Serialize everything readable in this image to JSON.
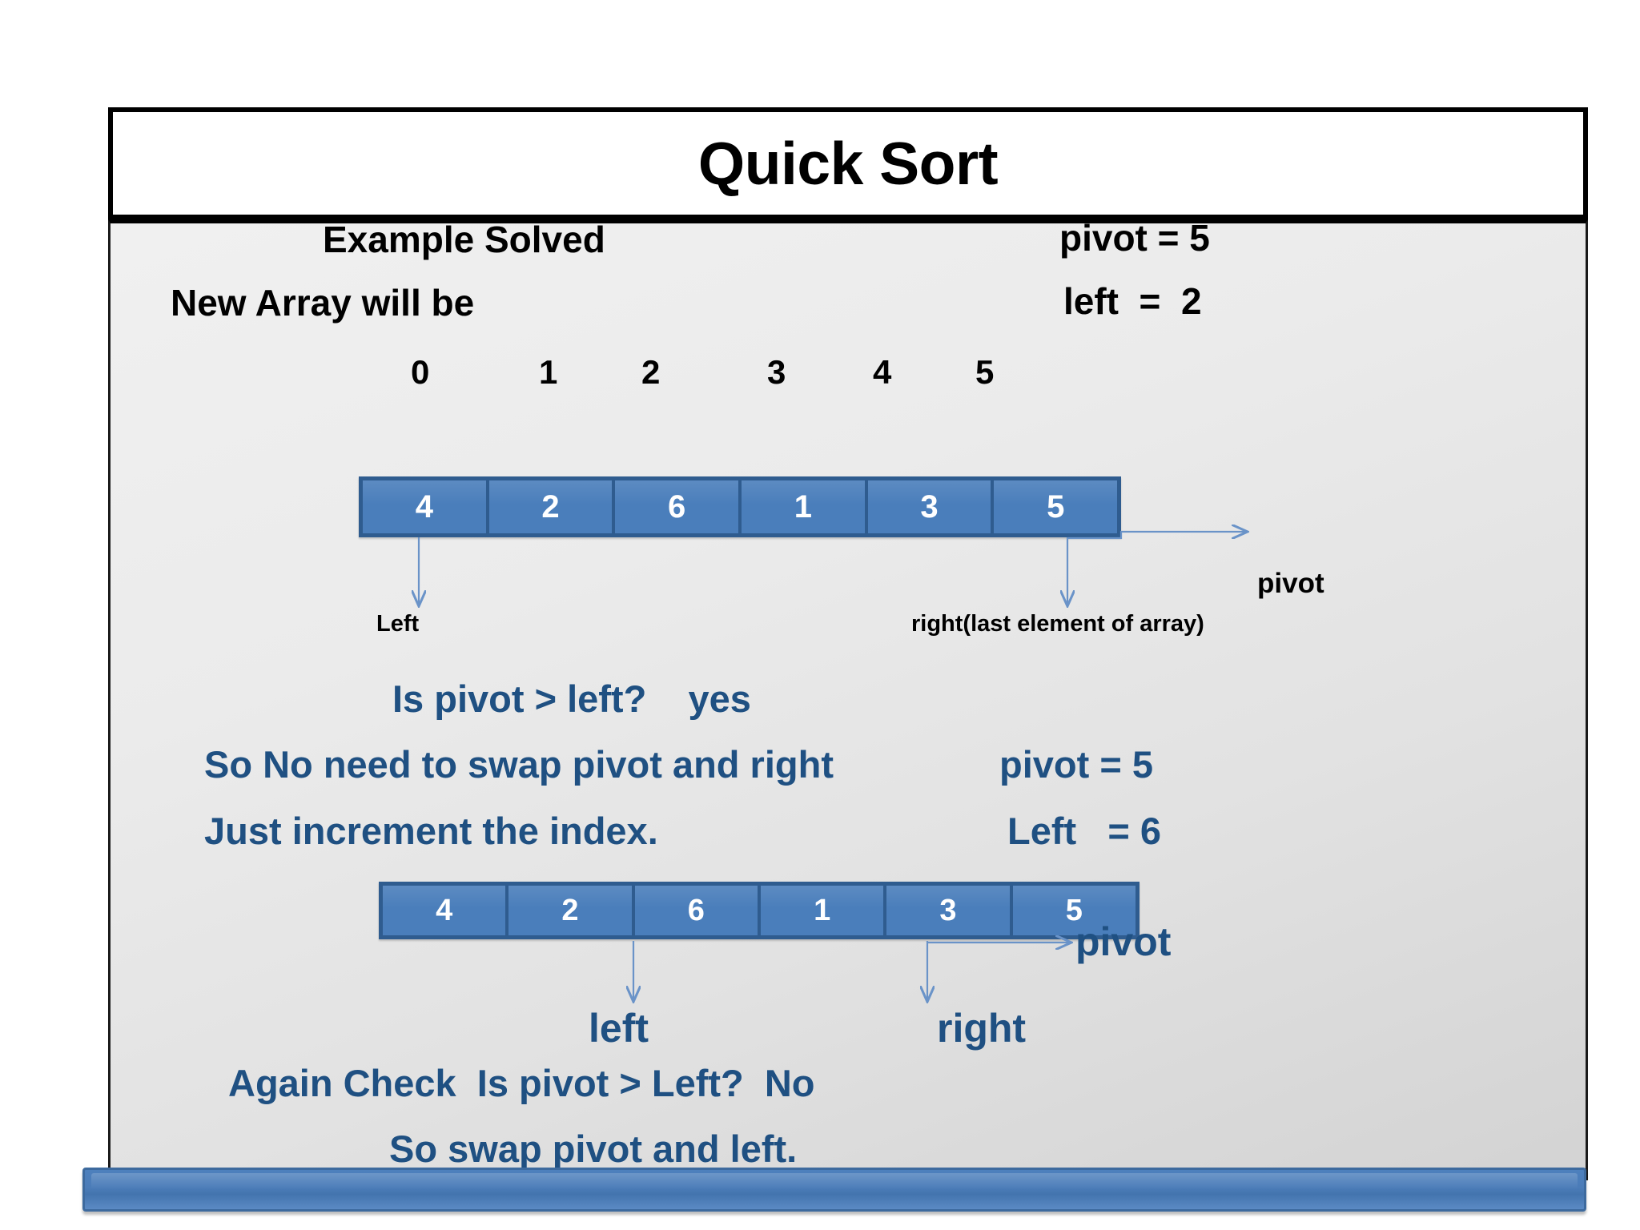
{
  "slide": {
    "title": "Quick Sort",
    "theme_colors": {
      "accent_blue": "#4a7ebb",
      "cell_border": "#2f5c8f",
      "body_text_blue": "#1f5082",
      "bottom_bar": "#4b7cb8",
      "black": "#000000"
    }
  },
  "heading": {
    "example_solved": "Example Solved",
    "new_array_will_be": "New Array will be",
    "pivot_value": "pivot = 5",
    "left_value": "left  =  2"
  },
  "indices": [
    "0",
    "1",
    "2",
    "3",
    "4",
    "5"
  ],
  "array_one": {
    "values": [
      "4",
      "2",
      "6",
      "1",
      "3",
      "5"
    ],
    "labels": {
      "left": "Left",
      "right": "right(last element of array)",
      "pivot": "pivot"
    }
  },
  "middle_text": {
    "question": "Is pivot > left?    yes",
    "line_swap": "So No need to swap pivot and right",
    "line_increment": "Just increment the index.",
    "pivot_value": "pivot = 5",
    "left_value": "Left   = 6"
  },
  "array_two": {
    "values": [
      "4",
      "2",
      "6",
      "1",
      "3",
      "5"
    ],
    "labels": {
      "left": "left",
      "right": "right",
      "pivot": "pivot"
    }
  },
  "footer_text": {
    "line1": "Again Check  Is pivot > Left?  No",
    "line2": "So swap pivot and left."
  }
}
